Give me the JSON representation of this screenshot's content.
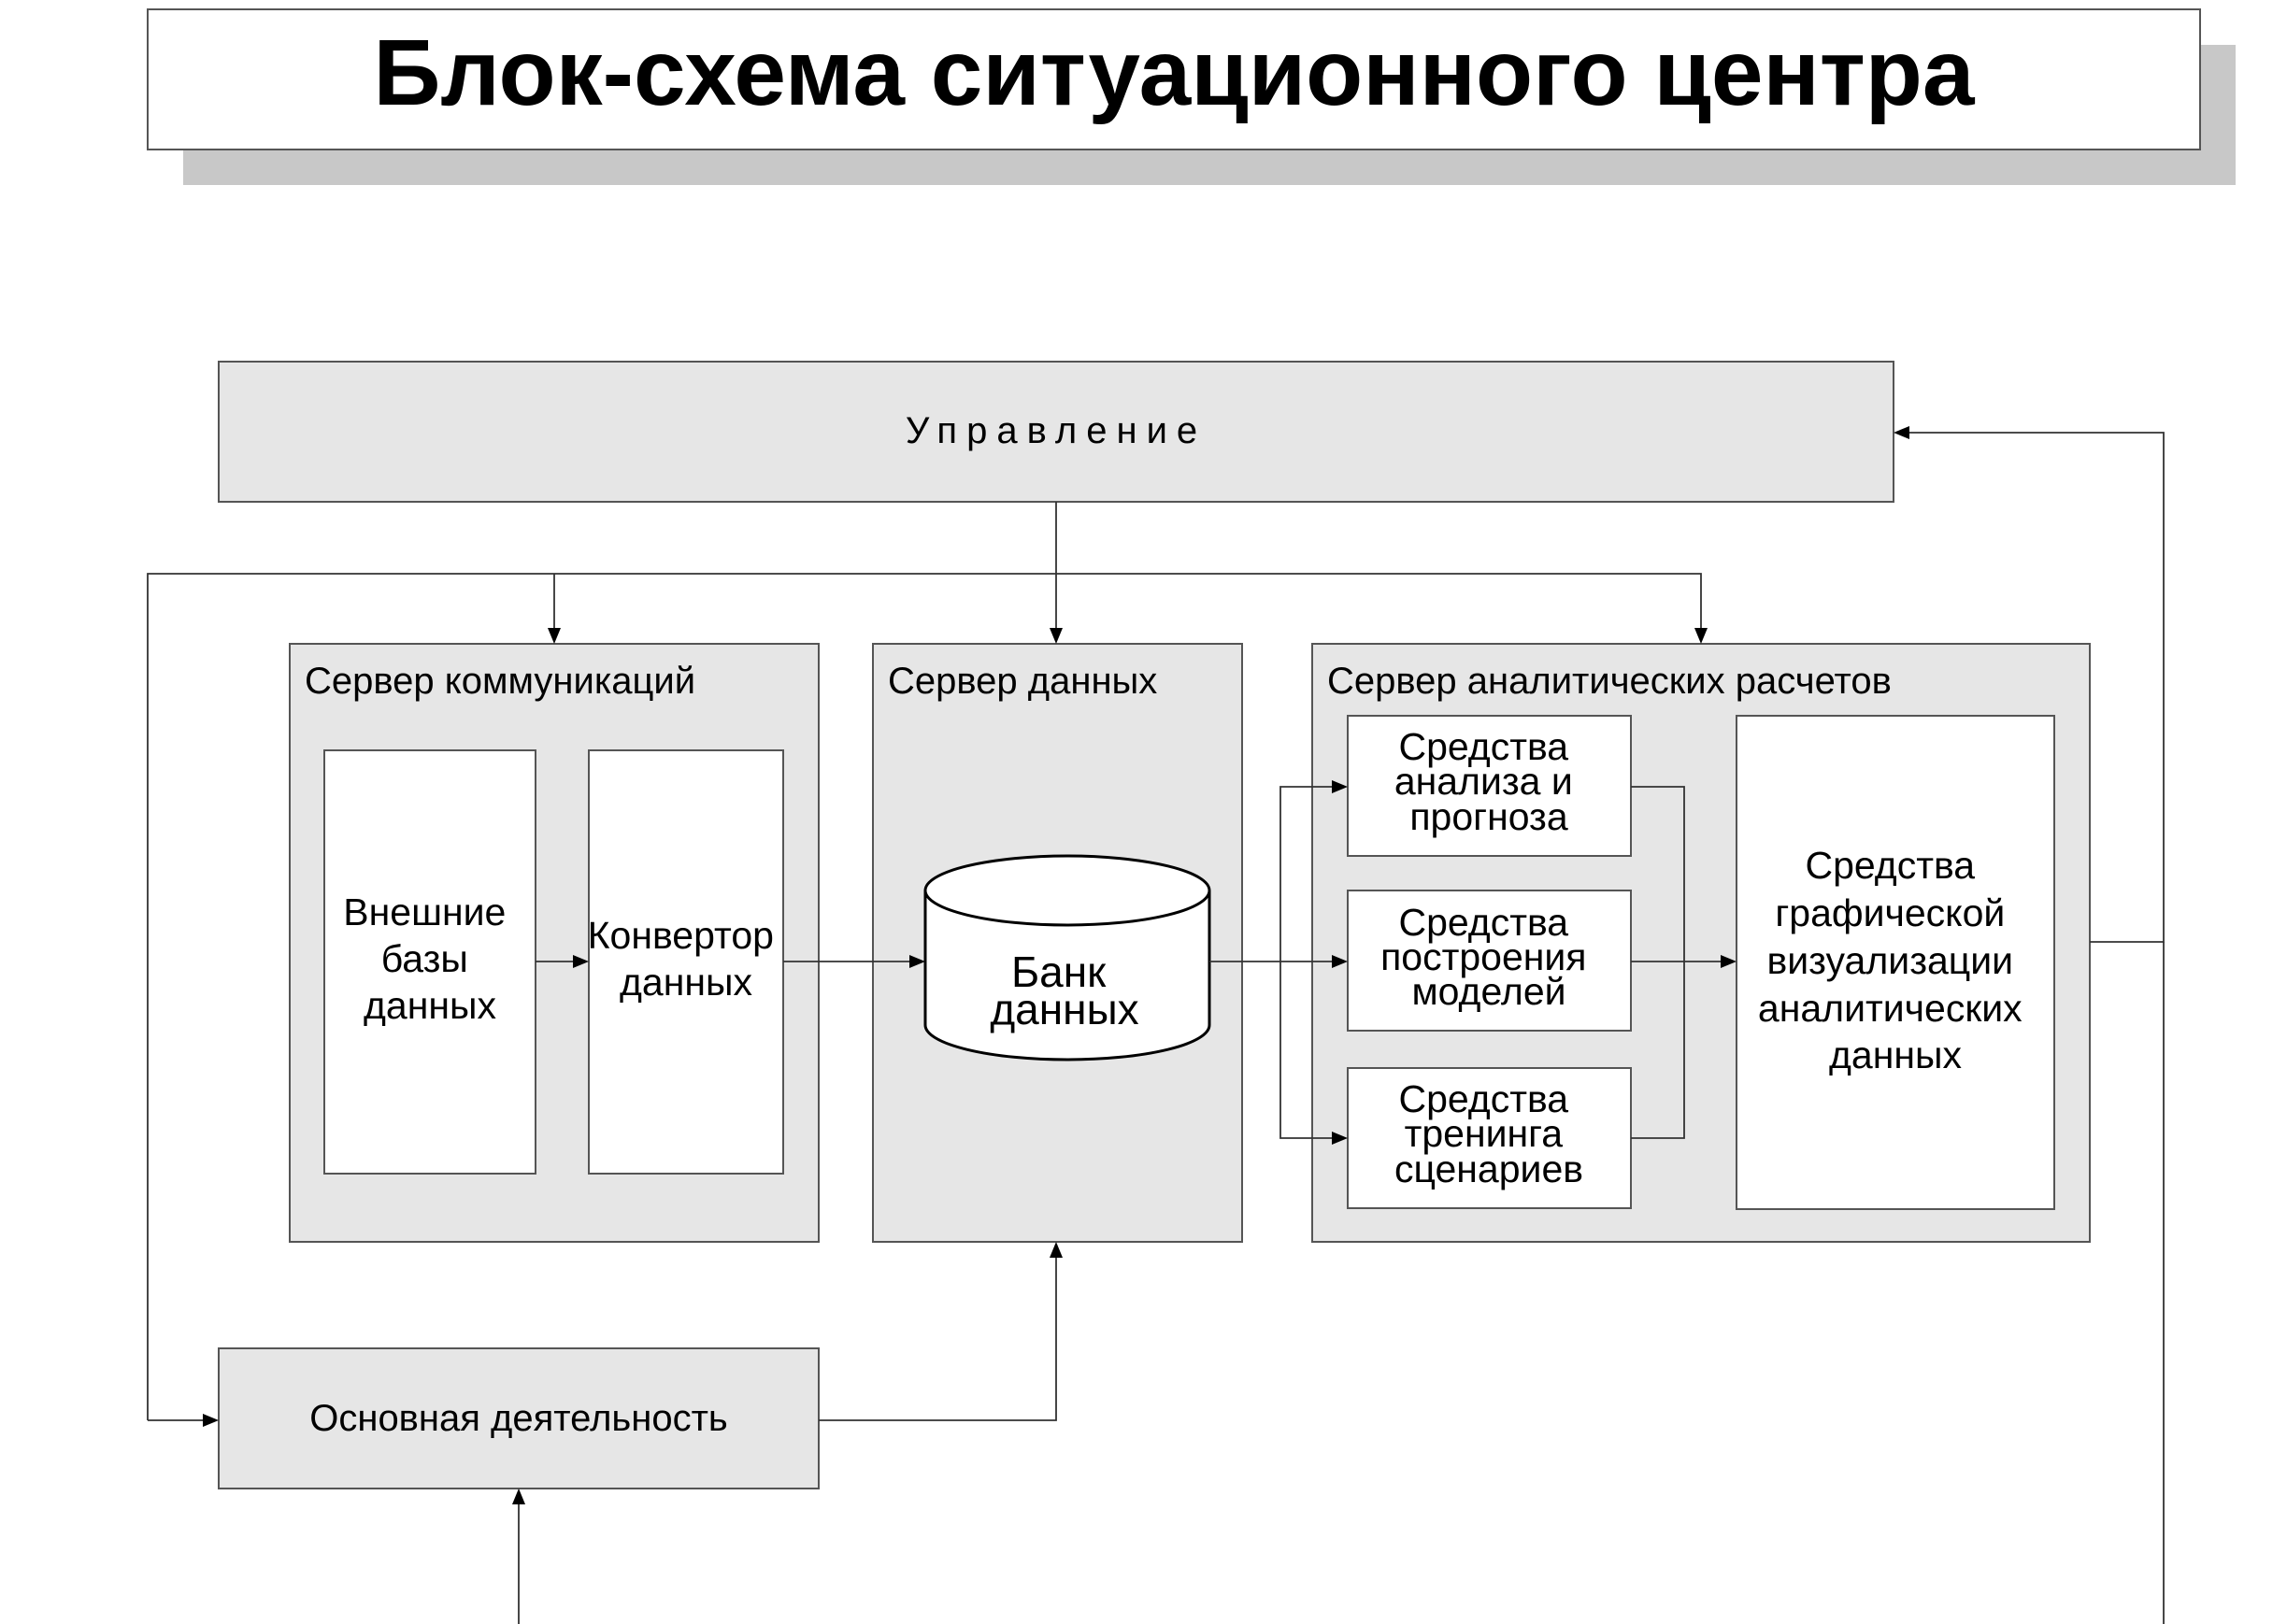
{
  "title": "Блок-схема ситуационного центра",
  "management": "Управление",
  "main_activity": "Основная деятельность",
  "comm_server": {
    "label": "Сервер коммуникаций",
    "external_db": [
      "Внешние",
      "базы",
      "данных"
    ],
    "converter": [
      "Конвертор",
      "данных"
    ]
  },
  "data_server": {
    "label": "Сервер данных",
    "bank": [
      "Банк",
      "данных"
    ]
  },
  "analytic_server": {
    "label": "Сервер аналитических расчетов",
    "analysis": [
      "Средства",
      "анализа и",
      "прогноза"
    ],
    "models": [
      "Средства",
      "построения",
      "моделей"
    ],
    "training": [
      "Средства",
      "тренинга",
      "сценариев"
    ],
    "visualization": [
      "Средства",
      "графической",
      "визуализации",
      "аналитических",
      "данных"
    ]
  }
}
